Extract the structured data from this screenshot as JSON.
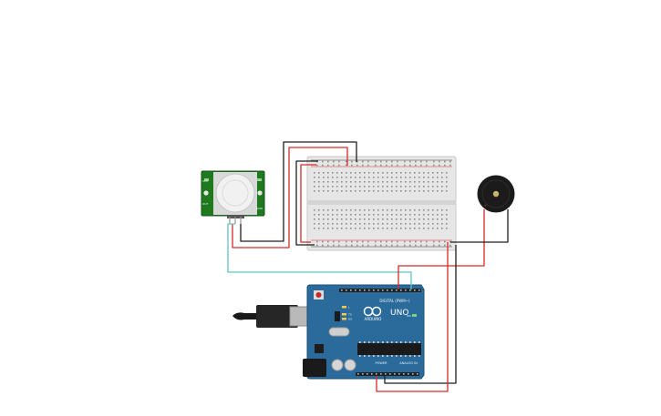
{
  "components": {
    "pir": {
      "labels": [
        "VCC",
        "OUT",
        "GND"
      ]
    },
    "arduino": {
      "brand": "ARDUINO",
      "model": "UNO",
      "digital_label": "DIGITAL (PWM~)",
      "power_label": "POWER",
      "analog_label": "ANALOG IN",
      "on_label": "ON",
      "tx_label": "TX",
      "rx_label": "RX",
      "l_label": "L"
    }
  },
  "wire_colors": {
    "red": "#d62a2a",
    "black": "#1e1e1e",
    "cyan": "#5fc4c8"
  },
  "colors": {
    "breadboard": "#e7e7e7",
    "pir_board": "#1f7a1f",
    "arduino_board": "#2a6b9c",
    "buzzer": "#1b1b1b"
  }
}
